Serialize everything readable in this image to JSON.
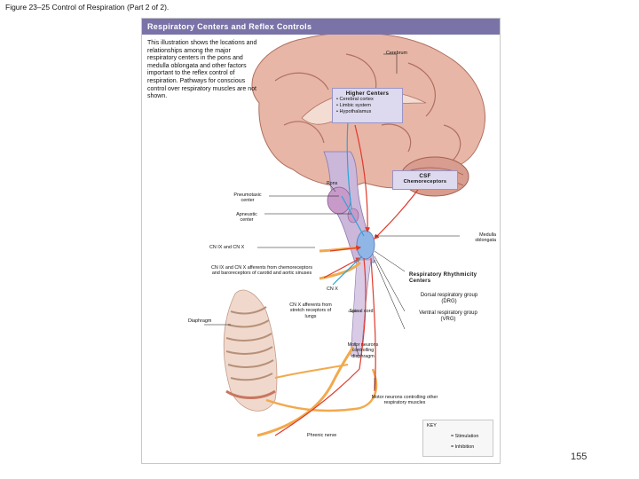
{
  "slide_title": "Figure 23–25 Control of Respiration (Part 2 of 2).",
  "figure": {
    "banner": "Respiratory Centers and Reflex Controls",
    "description": "This illustration shows the locations and relationships among the major respiratory centers in the pons and medulla oblongata and other factors important to the reflex control of respiration. Pathways for conscious control over respiratory muscles are not shown.",
    "labels": {
      "cerebrum": "Cerebrum",
      "pons": "Pons",
      "pneumotaxic": "Pneumotaxic center",
      "apneustic": "Apneustic center",
      "medulla": "Medulla oblongata",
      "cn_ix_x": "CN IX and CN X",
      "cn_ix_x_afferents": "CN IX and CN X afferents from chemoreceptors and baroreceptors of carotid and aortic sinuses",
      "cn_x": "CN X",
      "cn_x_afferents": "CN X afferents from stretch receptors of lungs",
      "diaphragm": "Diaphragm",
      "spinal_cord": "Spinal cord",
      "motor_diaphragm": "Motor neurons controlling diaphragm",
      "motor_other": "Motor neurons controlling other respiratory muscles",
      "phrenic": "Phrenic nerve"
    },
    "higher_centers": {
      "title": "Higher Centers",
      "items": [
        "• Cerebral cortex",
        "• Limbic system",
        "• Hypothalamus"
      ]
    },
    "csf": {
      "line1": "CSF",
      "line2": "Chemoreceptors"
    },
    "rrc": {
      "title1": "Respiratory Rhythmicity",
      "title2": "Centers",
      "drg": "Dorsal respiratory group (DRG)",
      "vrg": "Ventral respiratory group (VRG)"
    },
    "key": {
      "title": "KEY",
      "stimulation": "= Stimulation",
      "inhibition": "= Inhibition"
    },
    "colors": {
      "banner": "#7a73a8",
      "stimulation": "#e0392b",
      "inhibition": "#2aa6d8",
      "box_fill": "#ddd9ee"
    }
  },
  "page_number": "155"
}
